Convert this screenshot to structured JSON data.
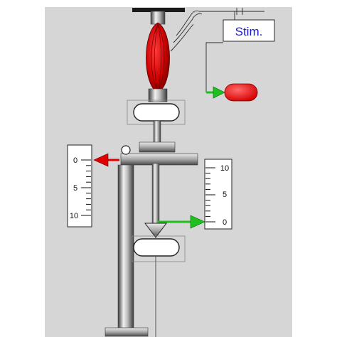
{
  "stimulator": {
    "label": "Stim.",
    "label_color": "#1a1ad6"
  },
  "left_scale": {
    "ticks": [
      "0",
      "5",
      "10"
    ],
    "arrow_color": "#e00000"
  },
  "right_scale": {
    "ticks": [
      "10",
      "5",
      "0"
    ],
    "arrow_color": "#1fbf1f"
  },
  "colors": {
    "panel_bg": "#d6d6d6",
    "muscle_red": "#d40000",
    "electrode_red": "#ee1111",
    "green_arrow": "#1fbf1f",
    "metal_dark": "#2a2a2a"
  },
  "icons": {
    "muscle": "muscle-icon",
    "electrode": "electrode-icon",
    "stimulator": "stimulator-box-icon"
  }
}
